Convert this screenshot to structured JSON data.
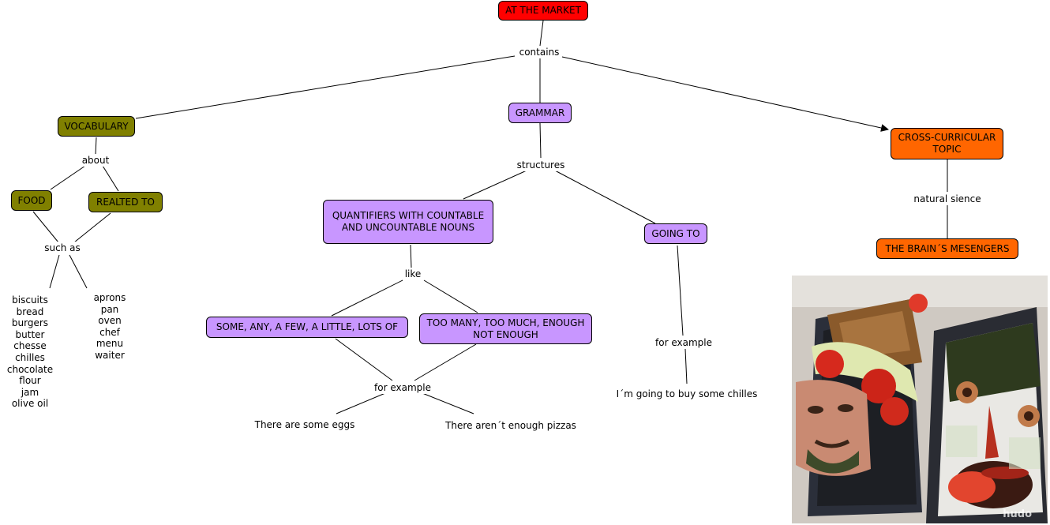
{
  "nodes": {
    "root": "AT THE MARKET",
    "vocabulary": "VOCABULARY",
    "grammar": "GRAMMAR",
    "cross": "CROSS-CURRICULAR TOPIC",
    "food": "FOOD",
    "related": "REALTED TO",
    "quantifiers": "QUANTIFIERS WITH COUNTABLE AND UNCOUNTABLE NOUNS",
    "going_to": "GOING TO",
    "some_any": "SOME, ANY, A FEW, A LITTLE, LOTS OF",
    "too_many": "TOO MANY, TOO MUCH, ENOUGH NOT ENOUGH",
    "brain": "THE BRAIN´S MESENGERS"
  },
  "links": {
    "contains": "contains",
    "about": "about",
    "structures": "structures",
    "natural": "natural sience",
    "such_as": "such as",
    "like": "like",
    "for_example_1": "for example",
    "for_example_2": "for example"
  },
  "examples": {
    "some_eggs": "There are some eggs",
    "enough_pizzas": "There aren´t enough pizzas",
    "going_chilles": "I´m going to buy some chilles"
  },
  "food_list": [
    "biscuits",
    "bread",
    "burgers",
    "butter",
    "chesse",
    "chilles",
    "chocolate",
    "flour",
    "jam",
    "olive oil"
  ],
  "related_list": [
    "aprons",
    "pan",
    "oven",
    "chef",
    "menu",
    "waiter"
  ],
  "photo": {
    "watermark": "hudo"
  },
  "colors": {
    "root": "#ff0000",
    "vocabulary": "#808000",
    "grammar": "#c896ff",
    "cross": "#ff6600"
  }
}
